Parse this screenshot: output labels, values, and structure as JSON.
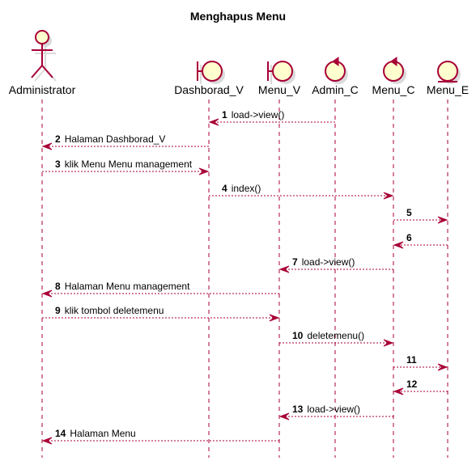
{
  "title": "Menghapus Menu",
  "participants": [
    {
      "id": "administrator",
      "label": "Administrator",
      "kind": "actor"
    },
    {
      "id": "dashborad-v",
      "label": "Dashborad_V",
      "kind": "boundary"
    },
    {
      "id": "menu-v",
      "label": "Menu_V",
      "kind": "boundary"
    },
    {
      "id": "admin-c",
      "label": "Admin_C",
      "kind": "control"
    },
    {
      "id": "menu-c",
      "label": "Menu_C",
      "kind": "control"
    },
    {
      "id": "menu-e",
      "label": "Menu_E",
      "kind": "entity"
    }
  ],
  "messages": [
    {
      "num": "1",
      "text": "load->view()",
      "from": "admin-c",
      "to": "dashborad-v"
    },
    {
      "num": "2",
      "text": "Halaman Dashborad_V",
      "from": "dashborad-v",
      "to": "administrator"
    },
    {
      "num": "3",
      "text": "klik Menu Menu management",
      "from": "administrator",
      "to": "dashborad-v"
    },
    {
      "num": "4",
      "text": "index()",
      "from": "dashborad-v",
      "to": "menu-c"
    },
    {
      "num": "5",
      "text": "",
      "from": "menu-c",
      "to": "menu-e"
    },
    {
      "num": "6",
      "text": "",
      "from": "menu-e",
      "to": "menu-c"
    },
    {
      "num": "7",
      "text": "load->view()",
      "from": "menu-c",
      "to": "menu-v"
    },
    {
      "num": "8",
      "text": "Halaman Menu management",
      "from": "menu-v",
      "to": "administrator"
    },
    {
      "num": "9",
      "text": "klik tombol deletemenu",
      "from": "administrator",
      "to": "menu-v"
    },
    {
      "num": "10",
      "text": "deletemenu()",
      "from": "menu-v",
      "to": "menu-c"
    },
    {
      "num": "11",
      "text": "",
      "from": "menu-c",
      "to": "menu-e"
    },
    {
      "num": "12",
      "text": "",
      "from": "menu-e",
      "to": "menu-c"
    },
    {
      "num": "13",
      "text": "load->view()",
      "from": "menu-c",
      "to": "menu-v"
    },
    {
      "num": "14",
      "text": "Halaman Menu",
      "from": "menu-v",
      "to": "administrator"
    }
  ],
  "colors": {
    "stroke": "#A80036",
    "fill": "#FEFECE"
  }
}
